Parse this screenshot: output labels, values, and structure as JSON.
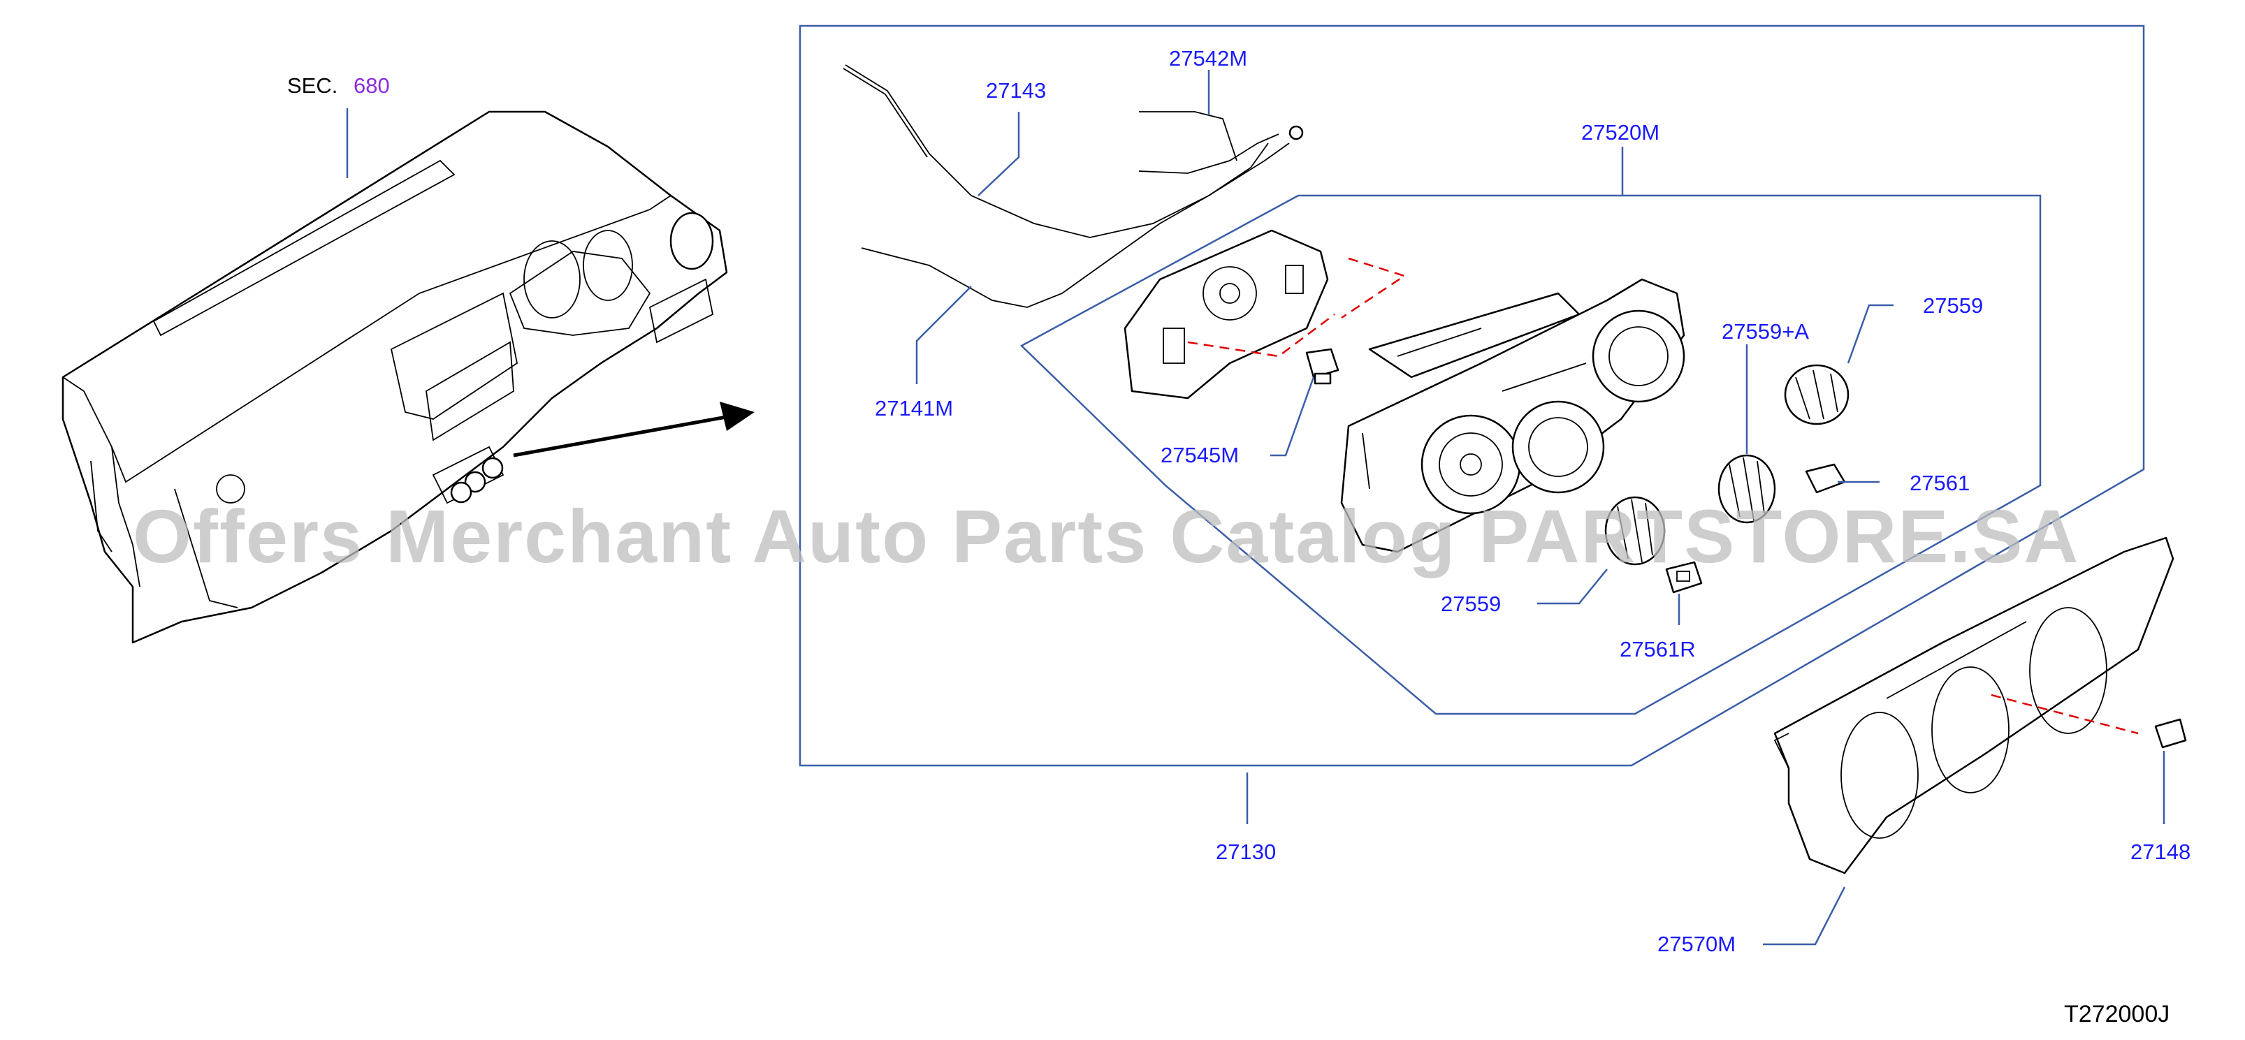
{
  "section_ref": {
    "prefix": "SEC.",
    "number": "680"
  },
  "labels": {
    "p27542M": "27542M",
    "p27143": "27143",
    "p27520M": "27520M",
    "p27141M": "27141M",
    "p27545M": "27545M",
    "p27559_A": "27559+A",
    "p27559_top": "27559",
    "p27561": "27561",
    "p27559_bottom": "27559",
    "p27561R": "27561R",
    "p27130": "27130",
    "p27148": "27148",
    "p27570M": "27570M"
  },
  "diagram_code": "T272000J",
  "watermark": "Offers Merchant Auto Parts Catalog PARTSTORE.SA",
  "colors": {
    "part_label": "#1a1aff",
    "section_number": "#8a2be2",
    "leader_frame": "#3b5ea8",
    "dashed_guide": "#e00000",
    "watermark": "#bdbdbd"
  }
}
